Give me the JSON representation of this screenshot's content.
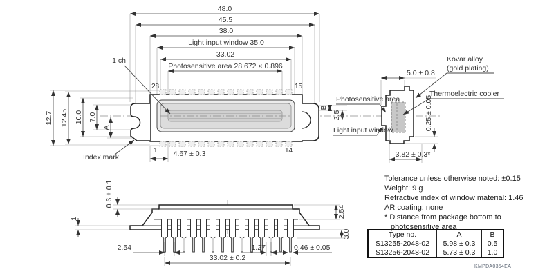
{
  "top_view": {
    "dims": {
      "overall": "48.0",
      "d45_5": "45.5",
      "d38": "38.0",
      "window": "Light input window 35.0",
      "d33_02": "33.02",
      "photo": "Photosensitive area 28.672 × 0.896",
      "h12_7": "12.7",
      "h12_45": "12.45",
      "h10": "10.0",
      "h7": "7.0",
      "hA": "A",
      "d4_67": "4.67 ± 0.3",
      "dB": "B",
      "d2_5": "2.5"
    },
    "labels": {
      "ch1": "1 ch",
      "index_mark": "Index mark",
      "pin28": "28",
      "pin15": "15",
      "pin1": "1",
      "pin14": "14"
    }
  },
  "side_view": {
    "labels": {
      "kovar_line1": "Kovar alloy",
      "kovar_line2": "(gold plating)",
      "cooler": "Thermoelectric cooler",
      "photosensitive": "Photosensitive area",
      "window": "Light input window"
    },
    "dims": {
      "d5_0": "5.0 ± 0.8",
      "d0_25": "0.25 ± 0.05",
      "d3_82": "3.82 ± 0.3*"
    }
  },
  "bottom_view": {
    "dims": {
      "d0_6": "0.6 ± 0.1",
      "d1": "1",
      "pitch": "2.54",
      "d1_27": "1.27",
      "lead_w": "0.46 ± 0.05",
      "span": "33.02 ± 0.2",
      "h2_54": "2.54",
      "h3_0": "3.0"
    }
  },
  "notes": {
    "line1": "Tolerance unless otherwise noted: ±0.15",
    "line2": "Weight: 9 g",
    "line3": "Refractive index of window material: 1.46",
    "line4": "AR coating: none",
    "line5": "* Distance from package bottom to",
    "line6": "photosensitive area"
  },
  "table": {
    "headers": [
      "Type no.",
      "A",
      "B"
    ],
    "rows": [
      [
        "S13255-2048-02",
        "5.98 ± 0.3",
        "0.5"
      ],
      [
        "S13256-2048-02",
        "5.73 ± 0.3",
        "1.0"
      ]
    ]
  },
  "meta": {
    "doc_code": "KMPDA0354EA"
  }
}
